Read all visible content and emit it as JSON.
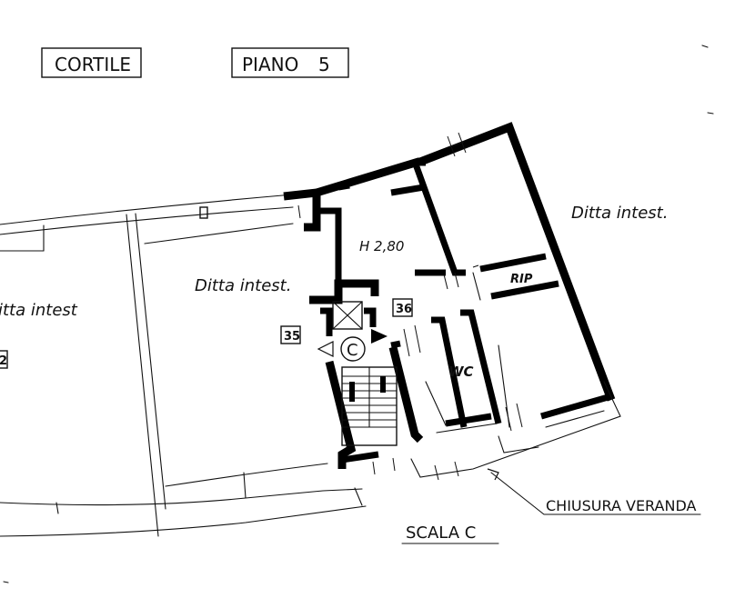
{
  "header": {
    "cortile_label": "CORTILE",
    "piano_label": "PIANO",
    "piano_number": "5"
  },
  "rooms": {
    "left_unit_label": "itta intest",
    "left_unit_number": "2",
    "middle_unit_label": "Ditta intest.",
    "right_unit_label": "Ditta intest.",
    "height_label": "H 2,80",
    "wc_label": "WC",
    "rip_label": "RIP"
  },
  "markers": {
    "unit_35": "35",
    "unit_36": "36",
    "stair_letter": "C"
  },
  "annotations": {
    "veranda_label": "CHIUSURA VERANDA",
    "scala_label": "SCALA C"
  }
}
